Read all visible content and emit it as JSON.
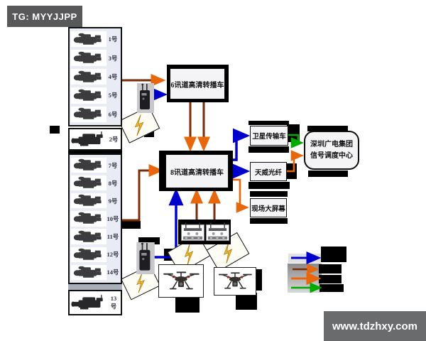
{
  "header": {
    "tg_badge": "TG: MYYJJPP"
  },
  "footer": {
    "website": "www.tdzhxy.com"
  },
  "cameras": {
    "group1": [
      "1号",
      "3号",
      "4号",
      "5号",
      "6号"
    ],
    "camcorder_top": "2号",
    "group2": [
      "7号",
      "8号",
      "9号",
      "10号",
      "11号",
      "12号",
      "14号"
    ],
    "camcorder_bottom": "13号"
  },
  "nodes": {
    "truck6": "6讯道高清转播车",
    "truck8": "8讯道高清转播车",
    "satellite_truck": "卫星传输车",
    "fiber": "天威光纤",
    "big_screen": "现场大屏幕",
    "dispatch_line1": "深圳广电集团",
    "dispatch_line2": "信号调度中心"
  },
  "legend": {
    "labels_obscured": true,
    "items": [
      {
        "name": "blue-line",
        "color": "#0000cc",
        "label": ""
      },
      {
        "name": "dark-red-line",
        "color": "#7a2c08",
        "label": ""
      },
      {
        "name": "orange-line",
        "color": "#e8670d",
        "label": ""
      },
      {
        "name": "green-line",
        "color": "#00aa00",
        "label": ""
      }
    ]
  },
  "colors": {
    "line_dark_red": "#7a2c08",
    "line_blue": "#0000cc",
    "line_orange": "#e8670d",
    "line_green": "#00aa00",
    "badge_bg": "#58585a",
    "footer_bg": "#696b6d"
  }
}
